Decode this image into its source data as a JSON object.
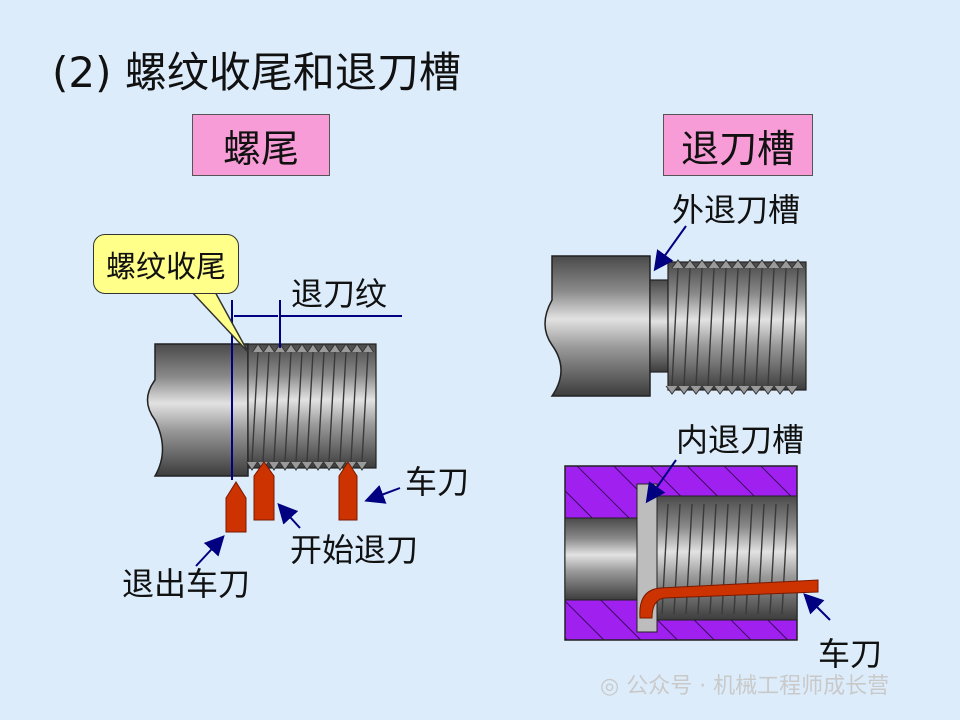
{
  "title": "(2) 螺纹收尾和退刀槽",
  "left_box": "螺尾",
  "right_box": "退刀槽",
  "callout": "螺纹收尾",
  "labels": {
    "tool_retract_thread": "退刀纹",
    "tool_left": "车刀",
    "start_retract": "开始退刀",
    "exit_tool": "退出车刀",
    "external_groove": "外退刀槽",
    "internal_groove": "内退刀槽",
    "tool_bottom": "车刀"
  },
  "watermark": "公众号 · 机械工程师成长营",
  "colors": {
    "background": "#dcecfb",
    "pink_box": "#f79cd6",
    "callout_fill": "#ffff8a",
    "housing": "#a020f0",
    "tool": "#cc3300",
    "dimension_line": "#000080"
  }
}
